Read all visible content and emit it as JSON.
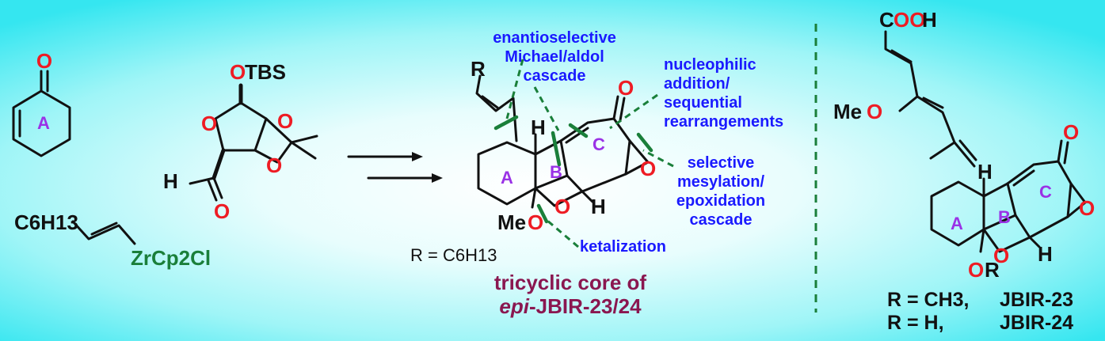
{
  "left_materials": {
    "cyclohexenone": {
      "carbonyl_o": "O",
      "ring_label": "A"
    },
    "furanose": {
      "otbs": "OTBS",
      "o_ring": "O",
      "o_top": "O",
      "o_bot": "O",
      "h_ald": "H",
      "o_ald": "O"
    },
    "zirconium": {
      "chain": "C6H13",
      "reagent": "ZrCp2Cl"
    }
  },
  "core": {
    "r_top": "R",
    "h_top": "H",
    "ring_a": "A",
    "ring_b": "B",
    "ring_c": "C",
    "ketone_o": "O",
    "epoxide_o": "O",
    "furan_o": "O",
    "h_bottom": "H",
    "methoxy": "MeO",
    "r_def": "R = C6H13",
    "caption_line1": "tricyclic core of",
    "caption_epi": "epi",
    "caption_rest": "-JBIR-23/24"
  },
  "annotations": {
    "a1": [
      "enantioselective",
      "Michael/aldol",
      "cascade"
    ],
    "a2": [
      "nucleophilic",
      "addition/",
      "sequential",
      "rearrangements"
    ],
    "a3": [
      "selective",
      "mesylation/",
      "epoxidation",
      "cascade"
    ],
    "a4": "ketalization"
  },
  "natural": {
    "acid": "COOH",
    "methoxy": "MeO",
    "ketone_o": "O",
    "epoxide_o": "O",
    "furan_o": "O",
    "h_top": "H",
    "h_bottom": "H",
    "or": "OR",
    "ring_a": "A",
    "ring_b": "B",
    "ring_c": "C",
    "def1_r": "R = CH3,",
    "def1_name": "JBIR-23",
    "def2_r": "R = H,",
    "def2_name": "JBIR-24"
  }
}
